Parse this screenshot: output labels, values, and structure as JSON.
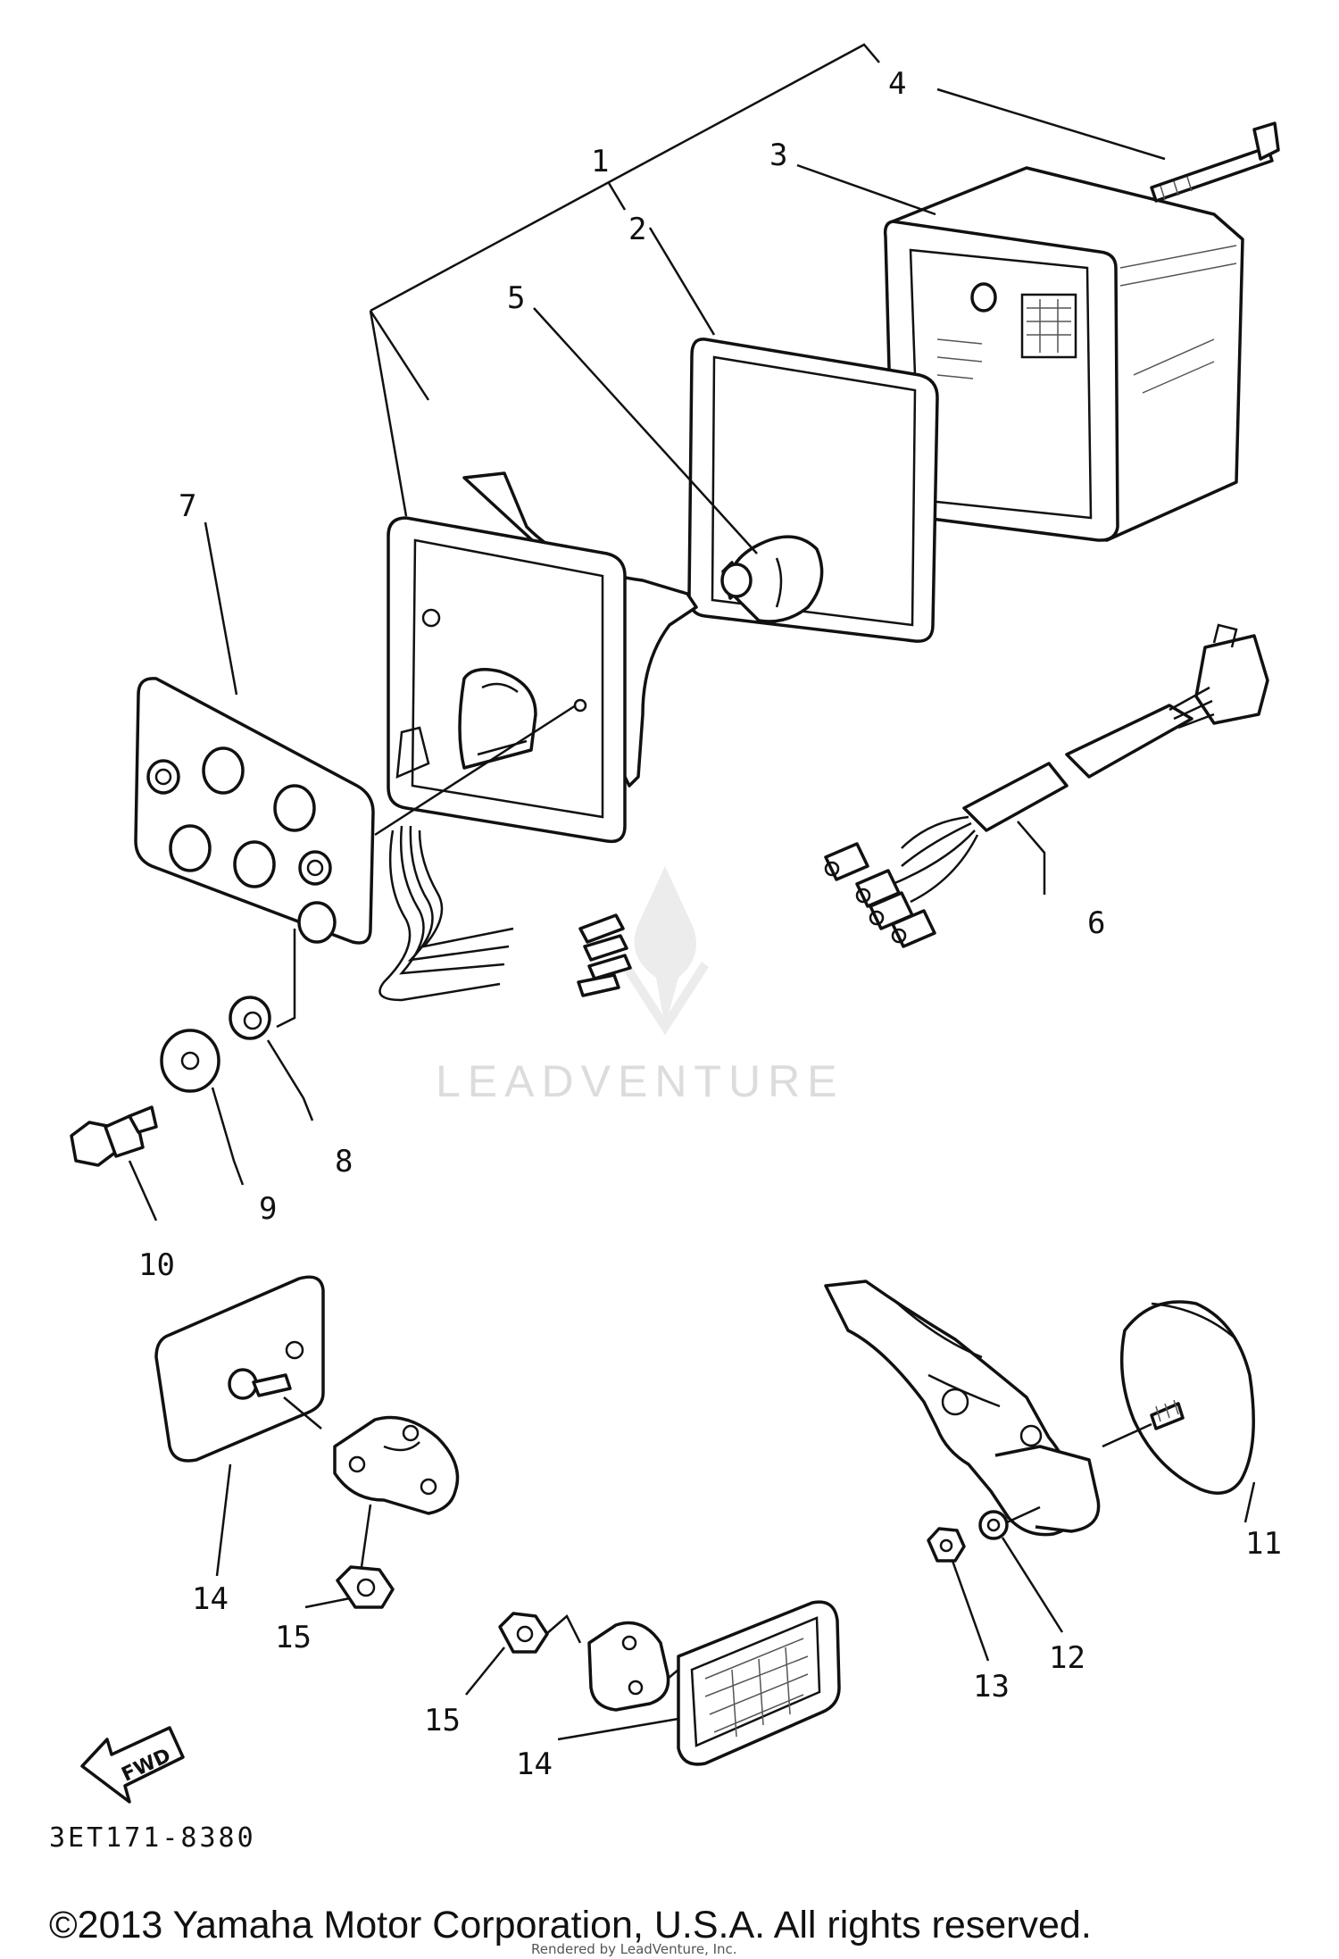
{
  "callouts": {
    "c1": "1",
    "c2": "2",
    "c3": "3",
    "c4": "4",
    "c5": "5",
    "c6": "6",
    "c7": "7",
    "c8": "8",
    "c9": "9",
    "c10": "10",
    "c11": "11",
    "c12": "12",
    "c13": "13",
    "c14a": "14",
    "c14b": "14",
    "c15a": "15",
    "c15b": "15"
  },
  "diagram_code": "3ET171-8380",
  "fwd_label": "FWD",
  "watermark": "LEADVENTURE",
  "copyright": "©2013 Yamaha Motor Corporation, U.S.A. All rights reserved.",
  "rendered_by": "Rendered by LeadVenture, Inc."
}
